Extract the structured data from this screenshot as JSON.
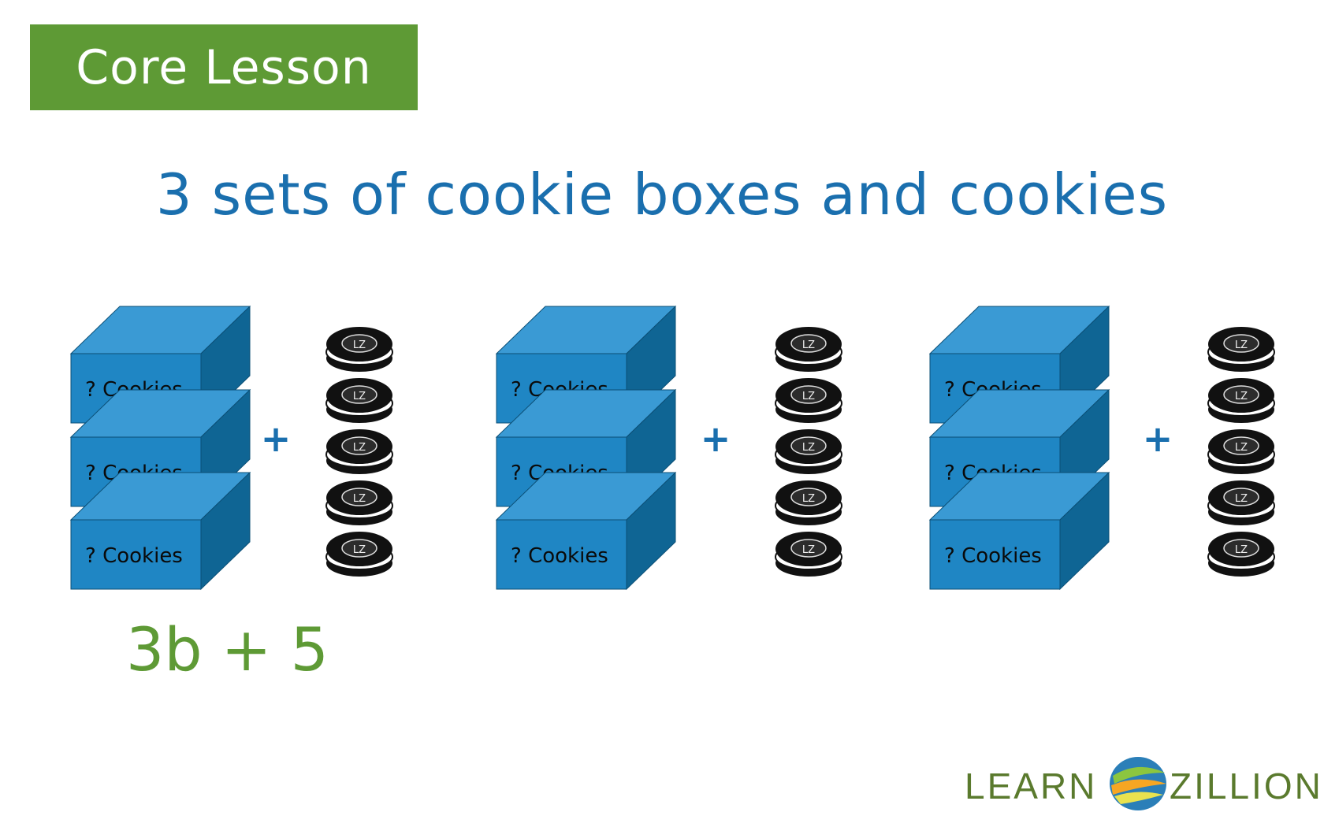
{
  "banner": {
    "label": "Core Lesson"
  },
  "title": "3 sets of cookie boxes and cookies",
  "box_label": "? Cookies",
  "cookie_label": "LZ",
  "plus_sign": "+",
  "expression": "3b + 5",
  "sets": 3,
  "boxes_per_set": 3,
  "cookies_per_set": 5,
  "logo": {
    "left_text": "LEARN",
    "right_text": "ZILLION"
  },
  "colors": {
    "banner": "#5e9a35",
    "title": "#1a6fae",
    "box_front": "#1f86c4",
    "box_top": "#3a9ad4",
    "box_side": "#0f6594",
    "expression": "#5e9a35",
    "plus": "#1a6fae"
  }
}
